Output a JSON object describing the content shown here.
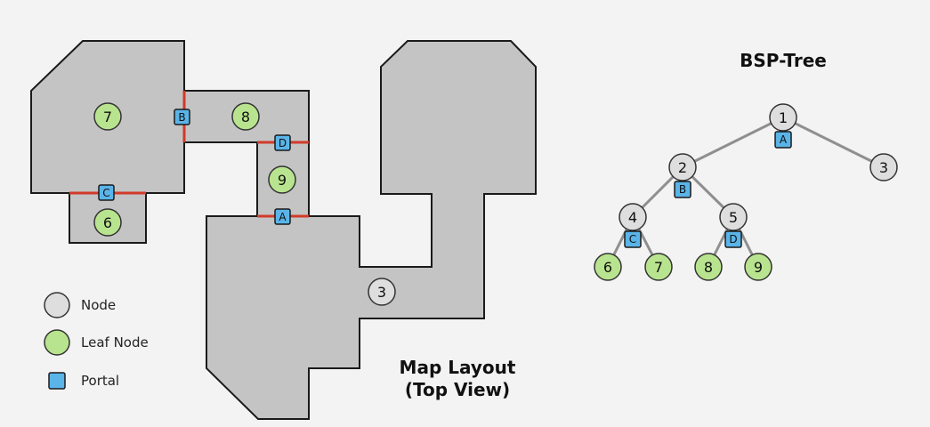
{
  "map": {
    "title_line1": "Map Layout",
    "title_line2": "(Top View)",
    "leaf_labels": [
      "7",
      "8",
      "9",
      "6"
    ],
    "node_label": "3",
    "portal_labels": [
      "B",
      "D",
      "C",
      "A"
    ]
  },
  "tree": {
    "title": "BSP-Tree",
    "nodes": [
      "1",
      "2",
      "3",
      "4",
      "5"
    ],
    "leaves": [
      "6",
      "7",
      "8",
      "9"
    ],
    "portals": [
      "A",
      "B",
      "C",
      "D"
    ]
  },
  "legend": {
    "node": "Node",
    "leaf": "Leaf Node",
    "portal": "Portal"
  },
  "colors": {
    "room_fill": "#c4c4c4",
    "outline": "#1a1a1a",
    "portal_line": "#d23a2a",
    "node_fill": "#dedede",
    "leaf_fill": "#b9e48f",
    "portal_fill": "#5ab4e8",
    "edge": "#8f8f8f"
  }
}
